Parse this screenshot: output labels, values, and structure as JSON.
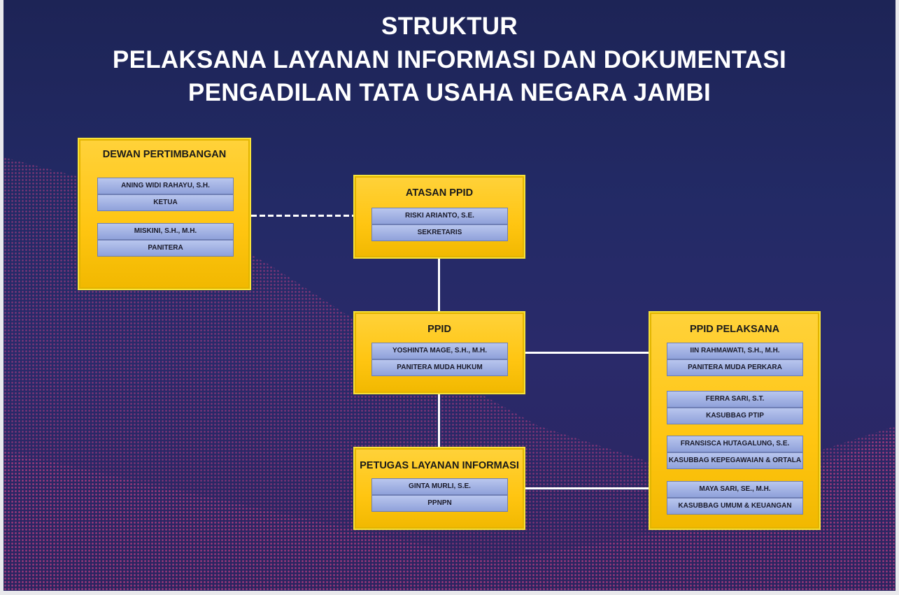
{
  "title": [
    "STRUKTUR",
    "PELAKSANA LAYANAN INFORMASI DAN DOKUMENTASI",
    "PENGADILAN TATA USAHA NEGARA JAMBI"
  ],
  "dewan": {
    "title": "DEWAN PERTIMBANGAN",
    "members": [
      {
        "name": "ANING WIDI RAHAYU, S.H.",
        "role": "KETUA"
      },
      {
        "name": "MISKINI, S.H., M.H.",
        "role": "PANITERA"
      }
    ]
  },
  "atasan": {
    "title": "ATASAN PPID",
    "members": [
      {
        "name": "RISKI ARIANTO, S.E.",
        "role": "SEKRETARIS"
      }
    ]
  },
  "ppid": {
    "title": "PPID",
    "members": [
      {
        "name": "YOSHINTA MAGE, S.H., M.H.",
        "role": "PANITERA MUDA HUKUM"
      }
    ]
  },
  "petugas": {
    "title": "PETUGAS LAYANAN INFORMASI",
    "members": [
      {
        "name": "GINTA MURLI, S.E.",
        "role": "PPNPN"
      }
    ]
  },
  "pelaksana": {
    "title": "PPID PELAKSANA",
    "members": [
      {
        "name": "IIN RAHMAWATI, S.H., M.H.",
        "role": "PANITERA MUDA PERKARA"
      },
      {
        "name": "FERRA SARI, S.T.",
        "role": "KASUBBAG PTIP"
      },
      {
        "name": "FRANSISCA HUTAGALUNG, S.E.",
        "role": "KASUBBAG KEPEGAWAIAN & ORTALA"
      },
      {
        "name": "MAYA SARI, SE., M.H.",
        "role": "KASUBBAG UMUM & KEUANGAN"
      }
    ]
  }
}
